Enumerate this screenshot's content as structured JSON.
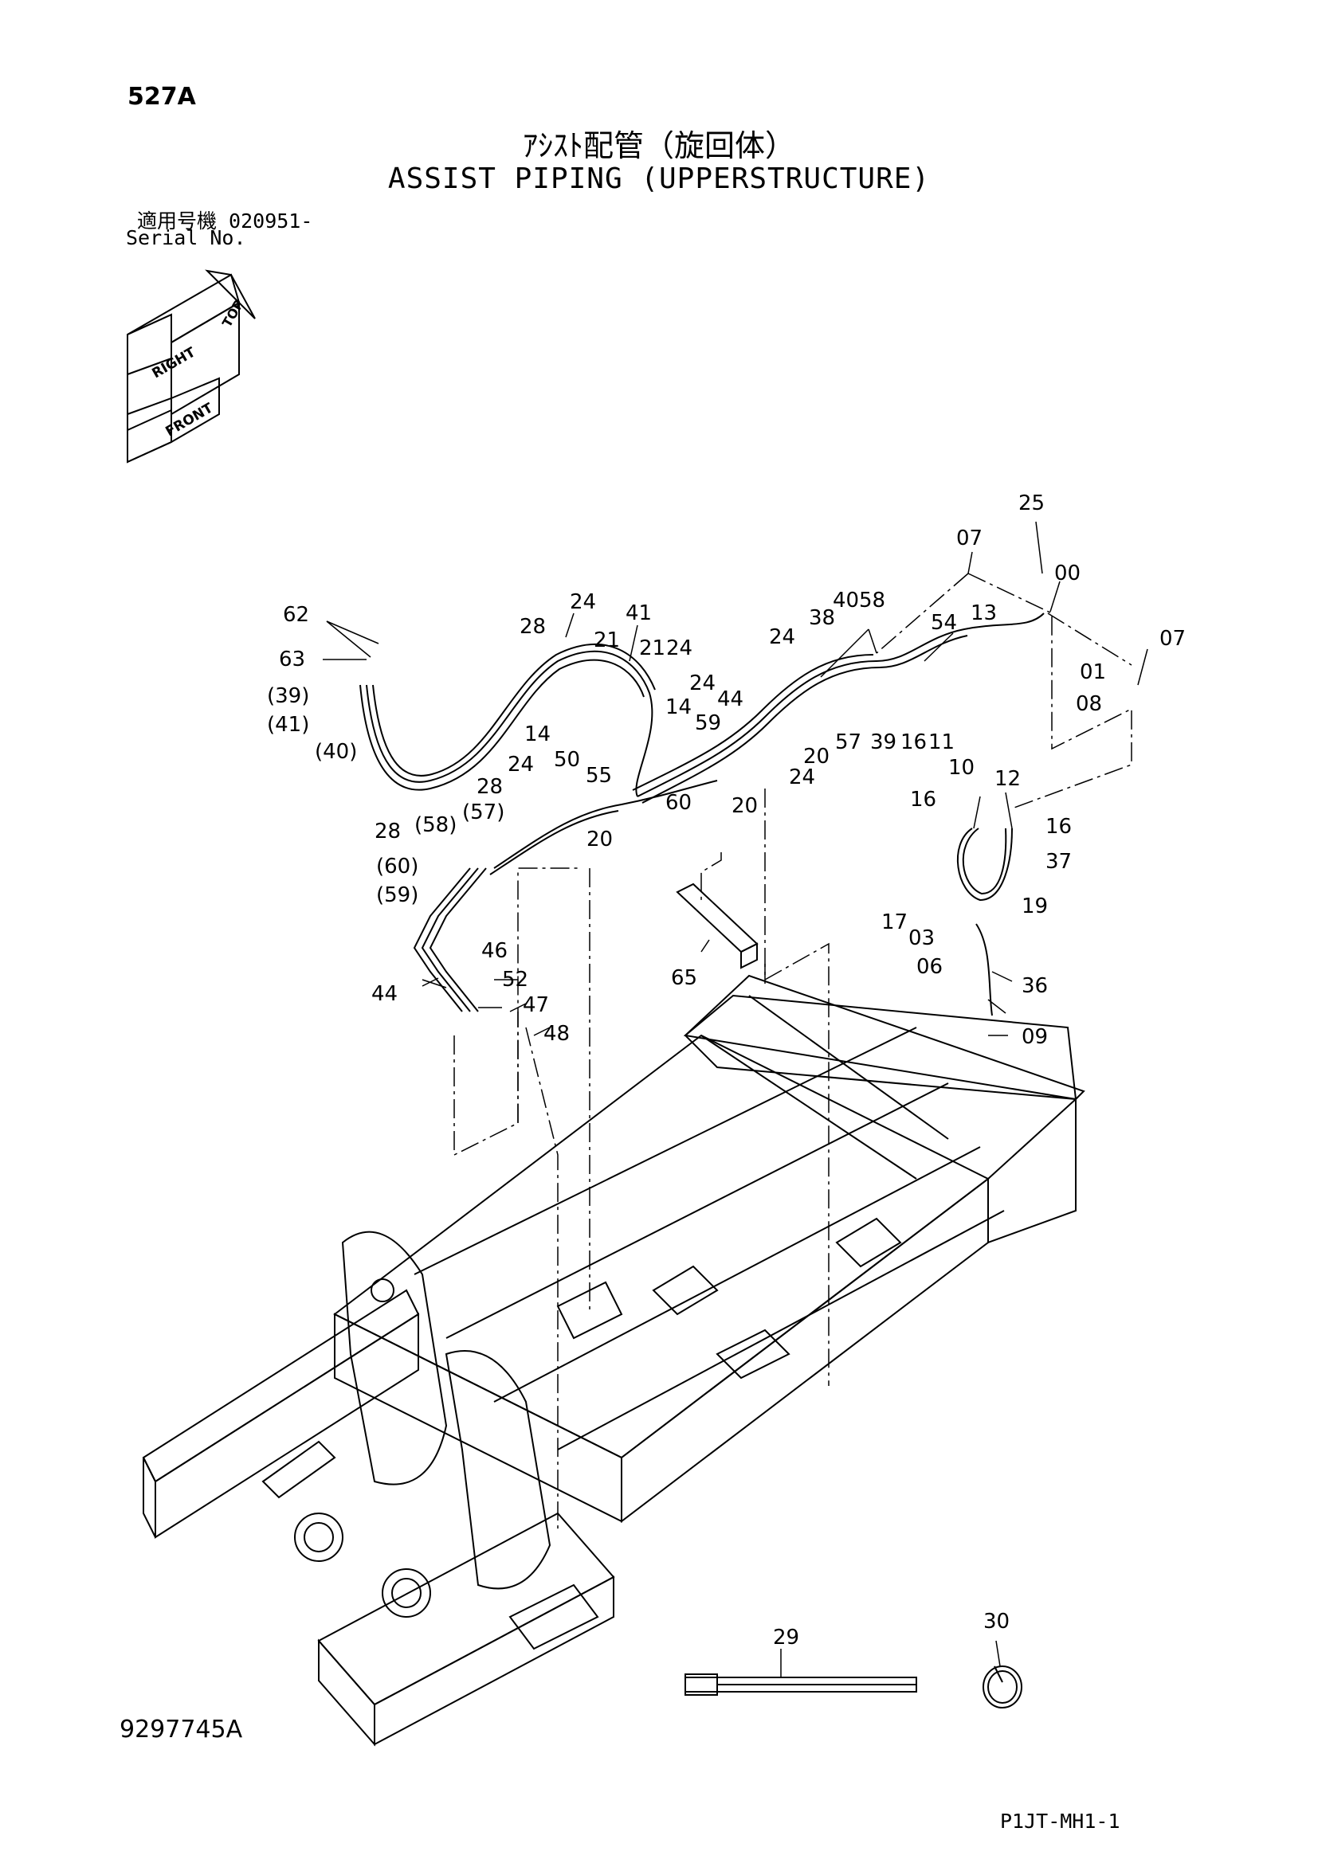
{
  "header": {
    "page_code": "527A",
    "title_jp": "ｱｼｽﾄ配管（旋回体）",
    "title_en": "ASSIST PIPING (UPPERSTRUCTURE)",
    "serial_jp": "適用号機 020951-",
    "serial_en": "Serial No."
  },
  "orientation": {
    "top": "TOP",
    "right": "RIGHT",
    "front": "FRONT"
  },
  "callouts": {
    "c25": "25",
    "c07a": "07",
    "c00": "00",
    "c07b": "07",
    "c62": "62",
    "c63": "63",
    "c39p": "(39)",
    "c41p": "(41)",
    "c40p": "(40)",
    "c24a": "24",
    "c41": "41",
    "c28a": "28",
    "c21a": "21",
    "c21b": "21",
    "c24b": "24",
    "c24c": "24",
    "c38": "38",
    "c40": "40",
    "c58": "58",
    "c54": "54",
    "c13": "13",
    "c01": "01",
    "c08": "08",
    "c14a": "14",
    "c14b": "14",
    "c50": "50",
    "c55": "55",
    "c24d": "24",
    "c44a": "44",
    "c59": "59",
    "c57": "57",
    "c39": "39",
    "c16a": "16",
    "c11": "11",
    "c20a": "20",
    "c24e": "24",
    "c60": "60",
    "c20b": "20",
    "c28b": "28",
    "c28c": "28",
    "c24f": "24",
    "c58p": "(58)",
    "c57p": "(57)",
    "c20c": "20",
    "c60p": "(60)",
    "c59p": "(59)",
    "c10": "10",
    "c12": "12",
    "c16b": "16",
    "c16c": "16",
    "c37": "37",
    "c19": "19",
    "c17": "17",
    "c03": "03",
    "c06": "06",
    "c36": "36",
    "c09": "09",
    "c65": "65",
    "c46": "46",
    "c52": "52",
    "c44b": "44",
    "c47": "47",
    "c48": "48",
    "c29": "29",
    "c30": "30"
  },
  "footer": {
    "doc_number": "9297745A",
    "ref_code": "P1JT-MH1-1"
  }
}
